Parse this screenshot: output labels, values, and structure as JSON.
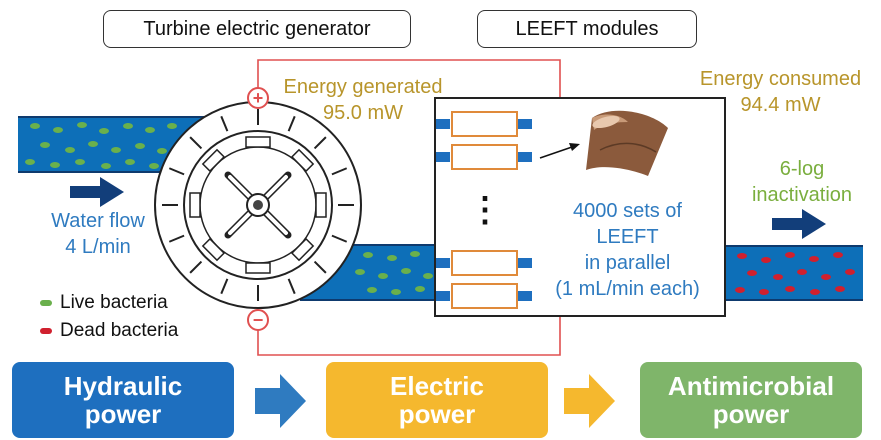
{
  "labels": {
    "turbine": "Turbine electric generator",
    "leeft_modules": "LEEFT modules"
  },
  "energy_generated": {
    "line1": "Energy generated",
    "line2": "95.0 mW"
  },
  "energy_consumed": {
    "line1": "Energy consumed",
    "line2": "94.4 mW"
  },
  "water_flow": {
    "line1": "Water flow",
    "line2": "4 L/min"
  },
  "inactivation": {
    "line1": "6-log",
    "line2": "inactivation"
  },
  "leeft_sets": {
    "line1": "4000 sets of",
    "line2": "LEEFT",
    "line3": "in parallel",
    "line4": "(1 mL/min each)"
  },
  "legend": {
    "live": "Live bacteria",
    "dead": "Dead bacteria"
  },
  "terminals": {
    "positive": "+",
    "negative": "−"
  },
  "ellipsis": "⋮",
  "power_boxes": [
    {
      "line1": "Hydraulic",
      "line2": "power"
    },
    {
      "line1": "Electric",
      "line2": "power"
    },
    {
      "line1": "Antimicrobial",
      "line2": "power"
    }
  ],
  "colors": {
    "pipe": "#1B5FA8",
    "water": "#0D6FB8",
    "live_bacteria": "#6AB04C",
    "dead_bacteria": "#D0202E",
    "wire": "#E05050",
    "gold_text": "#B8952B",
    "blue_text": "#2F7BC0",
    "green_text": "#7AAE3E",
    "hydraulic_box": "#1E6FBF",
    "electric_box": "#F5B82E",
    "antimicrobial_box": "#7FB56A",
    "arrow_blue": "#2F7BC0",
    "arrow_yellow": "#F5B82E",
    "module_outline": "#E08A3A"
  },
  "icons": [
    "flow-arrow-icon",
    "turbine-icon",
    "electrode-tube-icon"
  ]
}
